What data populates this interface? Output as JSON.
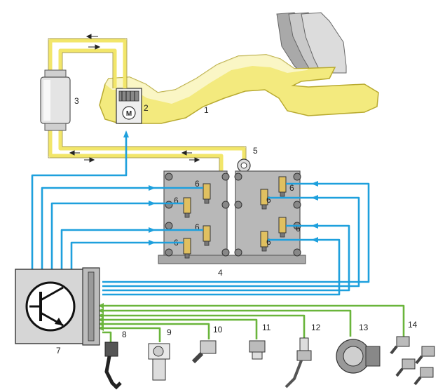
{
  "colors": {
    "fuel_line": "#f2e66a",
    "tank_fill": "#f3ea7e",
    "tank_stroke": "#b8aa30",
    "signal_line": "#1ea0dd",
    "sensor_line": "#6ab53b",
    "engine_fill": "#b8b8b8",
    "engine_stroke": "#555555",
    "ecu_fill": "#d6d6d6"
  },
  "icons": {
    "ecu_symbol": "transistor-icon",
    "pump_symbol": "motor-icon",
    "injector_symbol": "injector-icon"
  },
  "labels": {
    "tank": "1",
    "pump": "2",
    "filter": "3",
    "fuel_rail": "4",
    "pressure_regulator": "5",
    "injector": "6",
    "ecu": "7",
    "sensor_8": "8",
    "sensor_9": "9",
    "sensor_10": "10",
    "sensor_11": "11",
    "sensor_12": "12",
    "sensor_13": "13",
    "sensor_14": "14",
    "pump_letter": "M"
  }
}
